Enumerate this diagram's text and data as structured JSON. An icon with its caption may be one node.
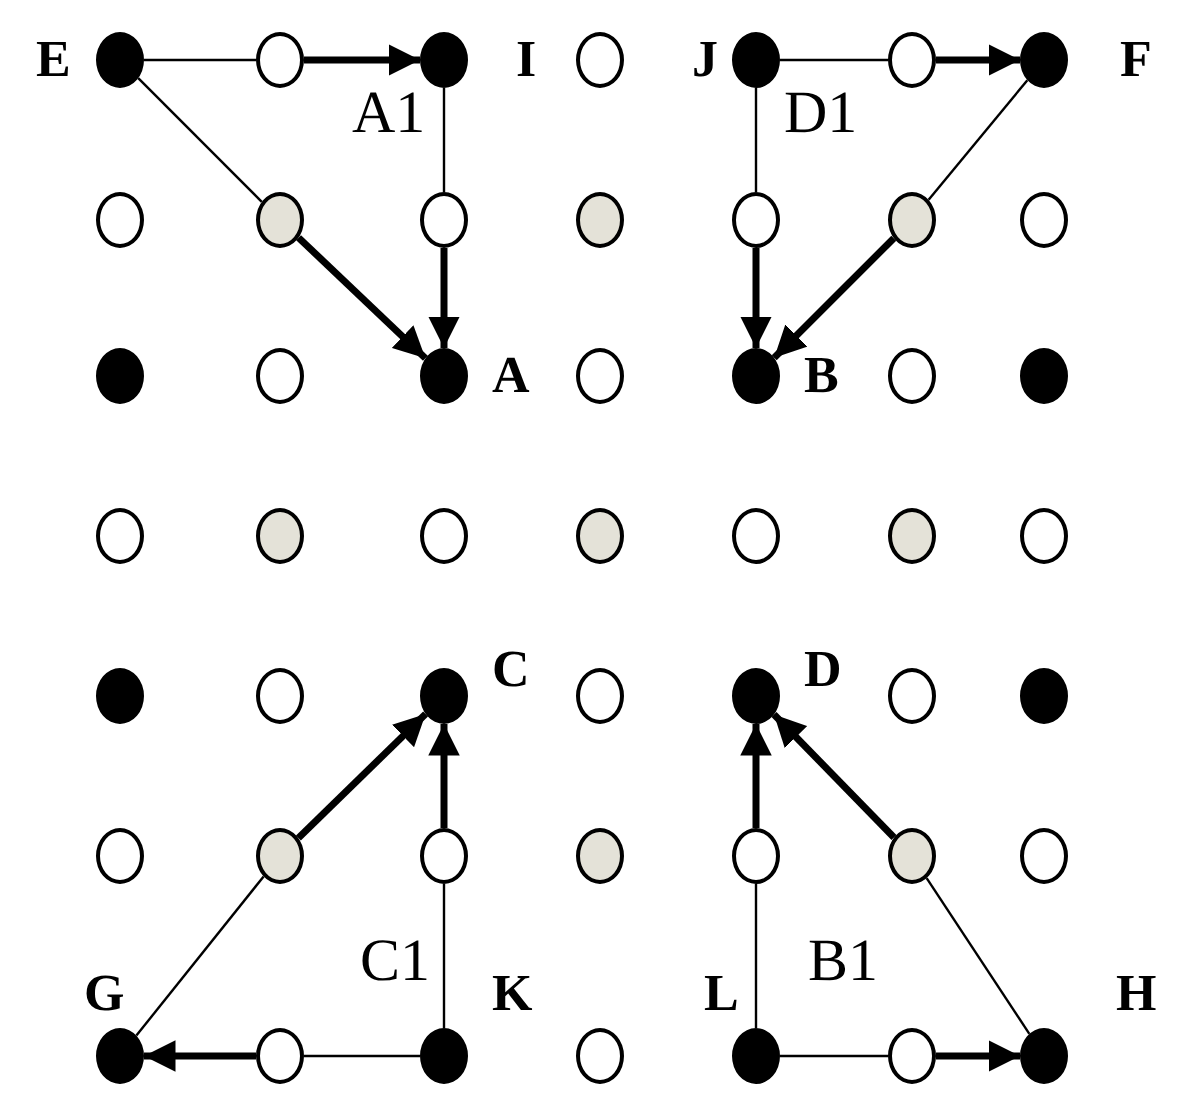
{
  "diagram": {
    "nodes": [
      {
        "text": [],
        "shape": "circle",
        "beside": [
          "E"
        ]
      },
      {
        "text": [],
        "shape": "circle"
      },
      {
        "text": [],
        "shape": "circle",
        "beside": [
          "I"
        ]
      },
      {
        "text": [],
        "shape": "circle"
      },
      {
        "text": [],
        "shape": "circle",
        "beside": [
          "J"
        ]
      },
      {
        "text": [],
        "shape": "circle"
      },
      {
        "text": [],
        "shape": "circle",
        "beside": [
          "F"
        ]
      },
      {
        "text": [],
        "shape": "circle"
      },
      {
        "text": [],
        "shape": "circle"
      },
      {
        "text": [],
        "shape": "circle"
      },
      {
        "text": [],
        "shape": "circle"
      },
      {
        "text": [],
        "shape": "circle"
      },
      {
        "text": [],
        "shape": "circle"
      },
      {
        "text": [],
        "shape": "circle"
      },
      {
        "text": [],
        "shape": "circle"
      },
      {
        "text": [],
        "shape": "circle"
      },
      {
        "text": [],
        "shape": "circle",
        "beside": [
          "A"
        ]
      },
      {
        "text": [],
        "shape": "circle"
      },
      {
        "text": [],
        "shape": "circle",
        "beside": [
          "B"
        ]
      },
      {
        "text": [],
        "shape": "circle"
      },
      {
        "text": [],
        "shape": "circle"
      },
      {
        "text": [],
        "shape": "circle"
      },
      {
        "text": [],
        "shape": "circle"
      },
      {
        "text": [],
        "shape": "circle"
      },
      {
        "text": [],
        "shape": "circle"
      },
      {
        "text": [],
        "shape": "circle"
      },
      {
        "text": [],
        "shape": "circle"
      },
      {
        "text": [],
        "shape": "circle"
      },
      {
        "text": [],
        "shape": "circle"
      },
      {
        "text": [],
        "shape": "circle"
      },
      {
        "text": [],
        "shape": "circle",
        "beside": [
          "C"
        ]
      },
      {
        "text": [],
        "shape": "circle"
      },
      {
        "text": [],
        "shape": "circle",
        "beside": [
          "D"
        ]
      },
      {
        "text": [],
        "shape": "circle"
      },
      {
        "text": [],
        "shape": "circle"
      },
      {
        "text": [],
        "shape": "circle"
      },
      {
        "text": [],
        "shape": "circle"
      },
      {
        "text": [],
        "shape": "circle"
      },
      {
        "text": [],
        "shape": "circle"
      },
      {
        "text": [],
        "shape": "circle"
      },
      {
        "text": [],
        "shape": "circle"
      },
      {
        "text": [],
        "shape": "circle"
      },
      {
        "text": [],
        "shape": "circle",
        "beside": [
          "G"
        ]
      },
      {
        "text": [],
        "shape": "circle"
      },
      {
        "text": [],
        "shape": "circle",
        "beside": [
          "K"
        ]
      },
      {
        "text": [],
        "shape": "circle"
      },
      {
        "text": [],
        "shape": "circle",
        "beside": [
          "L"
        ]
      },
      {
        "text": [],
        "shape": "circle"
      },
      {
        "text": [],
        "shape": "circle",
        "beside": [
          "H"
        ]
      }
    ],
    "edges": [
      {
        "from": 0,
        "to": 1,
        "arrow": "none"
      },
      {
        "from": 1,
        "to": 2,
        "arrow": "to",
        "style": "thick"
      },
      {
        "from": 2,
        "to": 9,
        "arrow": "none"
      },
      {
        "from": 9,
        "to": 16,
        "arrow": "to",
        "style": "thick"
      },
      {
        "from": 0,
        "to": 8,
        "arrow": "none"
      },
      {
        "from": 8,
        "to": 16,
        "arrow": "to",
        "style": "thick"
      },
      {
        "from": 4,
        "to": 5,
        "arrow": "none"
      },
      {
        "from": 5,
        "to": 6,
        "arrow": "to",
        "style": "thick"
      },
      {
        "from": 4,
        "to": 11,
        "arrow": "none"
      },
      {
        "from": 11,
        "to": 18,
        "arrow": "to",
        "style": "thick"
      },
      {
        "from": 6,
        "to": 12,
        "arrow": "none"
      },
      {
        "from": 12,
        "to": 18,
        "arrow": "to",
        "style": "thick"
      },
      {
        "from": 44,
        "to": 37,
        "arrow": "none"
      },
      {
        "from": 37,
        "to": 30,
        "arrow": "to",
        "style": "thick"
      },
      {
        "from": 44,
        "to": 43,
        "arrow": "none"
      },
      {
        "from": 43,
        "to": 42,
        "arrow": "to",
        "style": "thick"
      },
      {
        "from": 42,
        "to": 36,
        "arrow": "none"
      },
      {
        "from": 36,
        "to": 30,
        "arrow": "to",
        "style": "thick"
      },
      {
        "from": 46,
        "to": 39,
        "arrow": "none"
      },
      {
        "from": 39,
        "to": 32,
        "arrow": "to",
        "style": "thick"
      },
      {
        "from": 46,
        "to": 47,
        "arrow": "none"
      },
      {
        "from": 47,
        "to": 48,
        "arrow": "to",
        "style": "thick"
      },
      {
        "from": 48,
        "to": 40,
        "arrow": "none"
      },
      {
        "from": 40,
        "to": 32,
        "arrow": "to",
        "style": "thick"
      }
    ],
    "labels": [
      "A1",
      "D1",
      "C1",
      "B1"
    ]
  }
}
